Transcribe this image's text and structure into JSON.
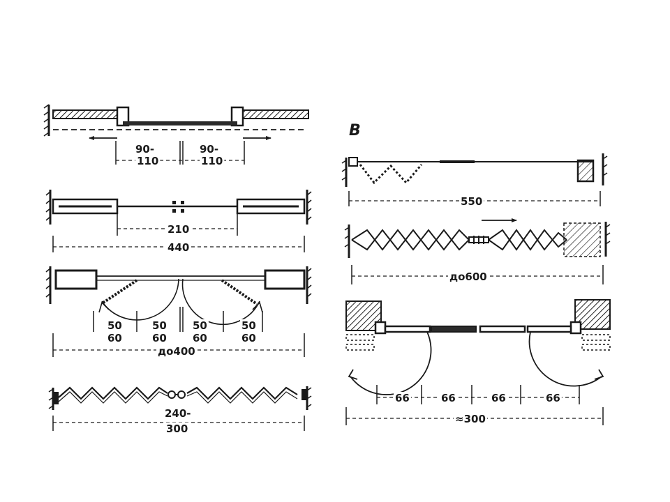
{
  "left_column": {
    "d1": {
      "left_top": "90-",
      "left_bottom": "110",
      "right_top": "90-",
      "right_bottom": "110"
    },
    "d2": {
      "inner": "210",
      "outer": "440"
    },
    "d3": {
      "v1_top": "50",
      "v1_bottom": "60",
      "v2_top": "50",
      "v2_bottom": "60",
      "v3_top": "50",
      "v3_bottom": "60",
      "v4_top": "50",
      "v4_bottom": "60",
      "total": "до400"
    },
    "d4": {
      "inner": "240-",
      "outer": "300"
    }
  },
  "right_column": {
    "label": "В",
    "d5": {
      "total": "550"
    },
    "d6": {
      "total": "до600"
    },
    "d7": {
      "seg1": "66",
      "seg2": "66",
      "seg3": "66",
      "seg4": "66",
      "total": "≈300"
    }
  }
}
